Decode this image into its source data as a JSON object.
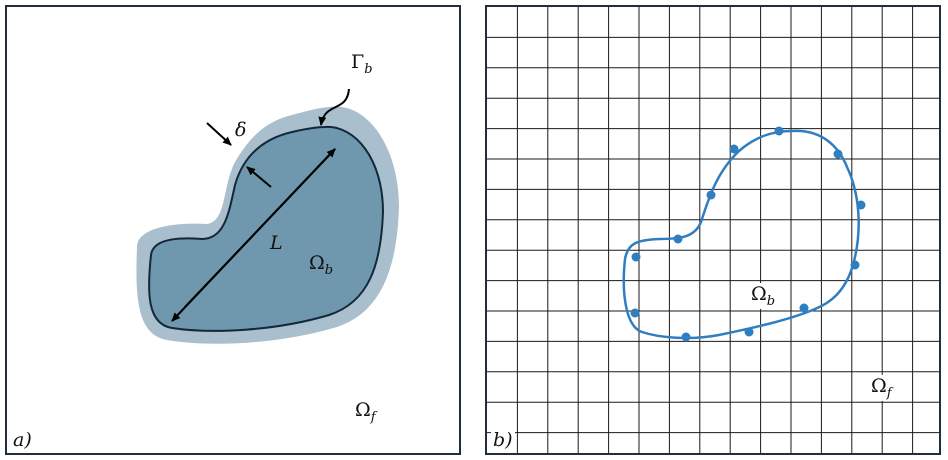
{
  "panel_a": {
    "tag": "a)",
    "delta": "δ",
    "length": "L",
    "gamma": "Γ",
    "gamma_sub": "b",
    "omega_body": "Ω",
    "omega_body_sub": "b",
    "omega_fluid": "Ω",
    "omega_fluid_sub": "f",
    "colors": {
      "body": "#6f97ad",
      "layer": "#a9bfcd",
      "outline": "#13283a"
    }
  },
  "panel_b": {
    "tag": "b)",
    "omega_body": "Ω",
    "omega_body_sub": "b",
    "omega_fluid": "Ω",
    "omega_fluid_sub": "f",
    "colors": {
      "curve": "#2f7ec0",
      "grid": "#1a1a1a"
    }
  }
}
